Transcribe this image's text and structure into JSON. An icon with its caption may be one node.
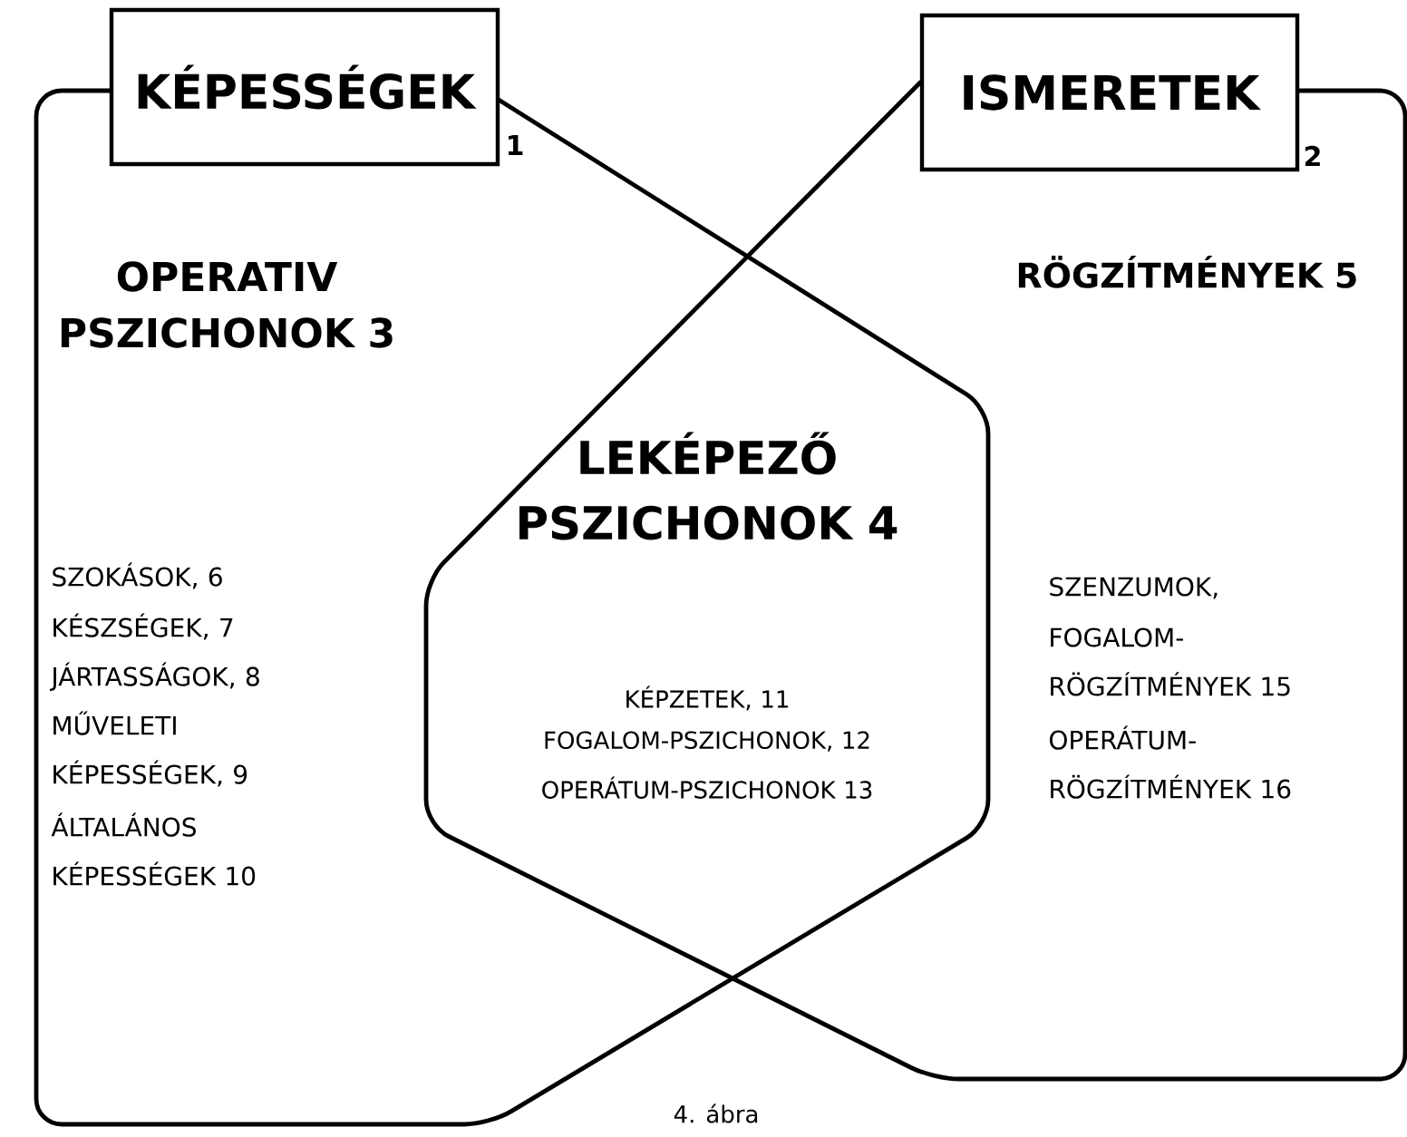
{
  "diagram": {
    "caption": "4. ábra",
    "nodes": [
      {
        "text": [
          "KÉPESSÉGEK"
        ],
        "beside": [
          "1"
        ]
      },
      {
        "text": [
          "ISMERETEK"
        ],
        "beside": [
          "2"
        ]
      },
      {
        "text": [
          "OPERATIV PSZICHONOK 3",
          "SZOKÁSOK, 6",
          "KÉSZSÉGEK, 7",
          "JÁRTASSÁGOK, 8",
          "MŰVELETI KÉPESSÉGEK, 9",
          "ÁLTALÁNOS KÉPESSÉGEK 10"
        ]
      },
      {
        "text": [
          "LEKÉPEZŐ PSZICHONOK 4",
          "KÉPZETEK, 11",
          "FOGALOM-PSZICHONOK, 12",
          "OPERÁTUM-PSZICHONOK 13"
        ]
      },
      {
        "text": [
          "RÖGZÍTMÉNYEK 5",
          "SZENZUMOK,",
          "FOGALOM- RÖGZÍTMÉNYEK 15",
          "OPERÁTUM- RÖGZÍTMÉNYEK 16"
        ]
      }
    ],
    "edges": []
  }
}
